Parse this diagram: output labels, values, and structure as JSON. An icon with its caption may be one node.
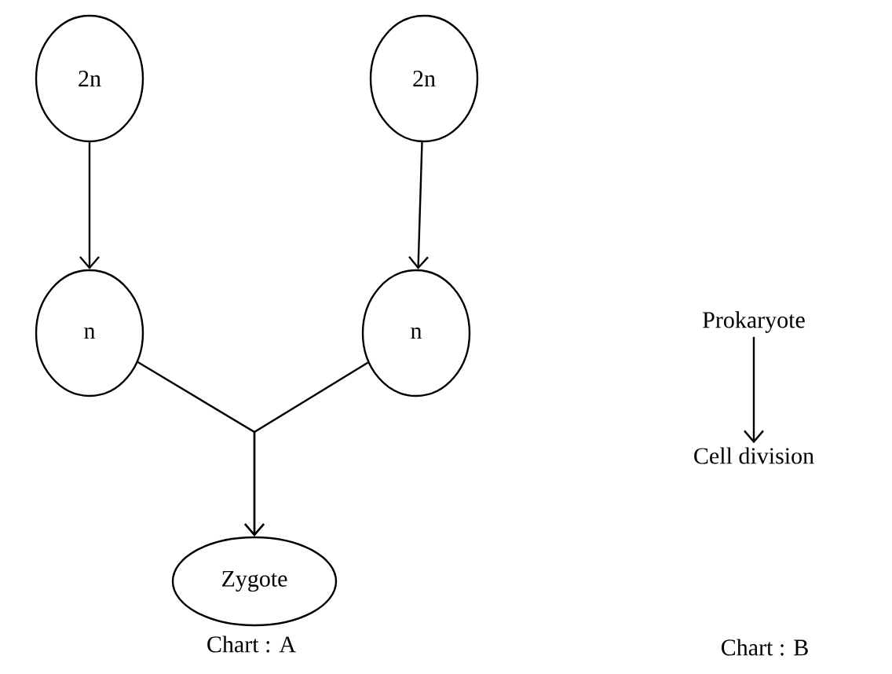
{
  "diagram": {
    "nodes": [
      {
        "text": [
          "2n"
        ]
      },
      {
        "text": [
          "2n"
        ]
      },
      {
        "text": [
          "n"
        ]
      },
      {
        "text": [
          "n"
        ]
      },
      {
        "text": [
          "Zygote"
        ]
      },
      {
        "text": [
          "Prokaryote"
        ]
      },
      {
        "text": [
          "Cell division"
        ]
      }
    ],
    "edges": [
      {
        "from": 0,
        "to": 2,
        "arrow": "to"
      },
      {
        "from": 1,
        "to": 3,
        "arrow": "to"
      },
      {
        "from": 2,
        "to": 4,
        "arrow": "to"
      },
      {
        "from": 3,
        "to": 4,
        "arrow": "to"
      },
      {
        "from": 5,
        "to": 6,
        "arrow": "to"
      }
    ],
    "labels": [
      "Chart : A",
      "Chart : B"
    ]
  }
}
